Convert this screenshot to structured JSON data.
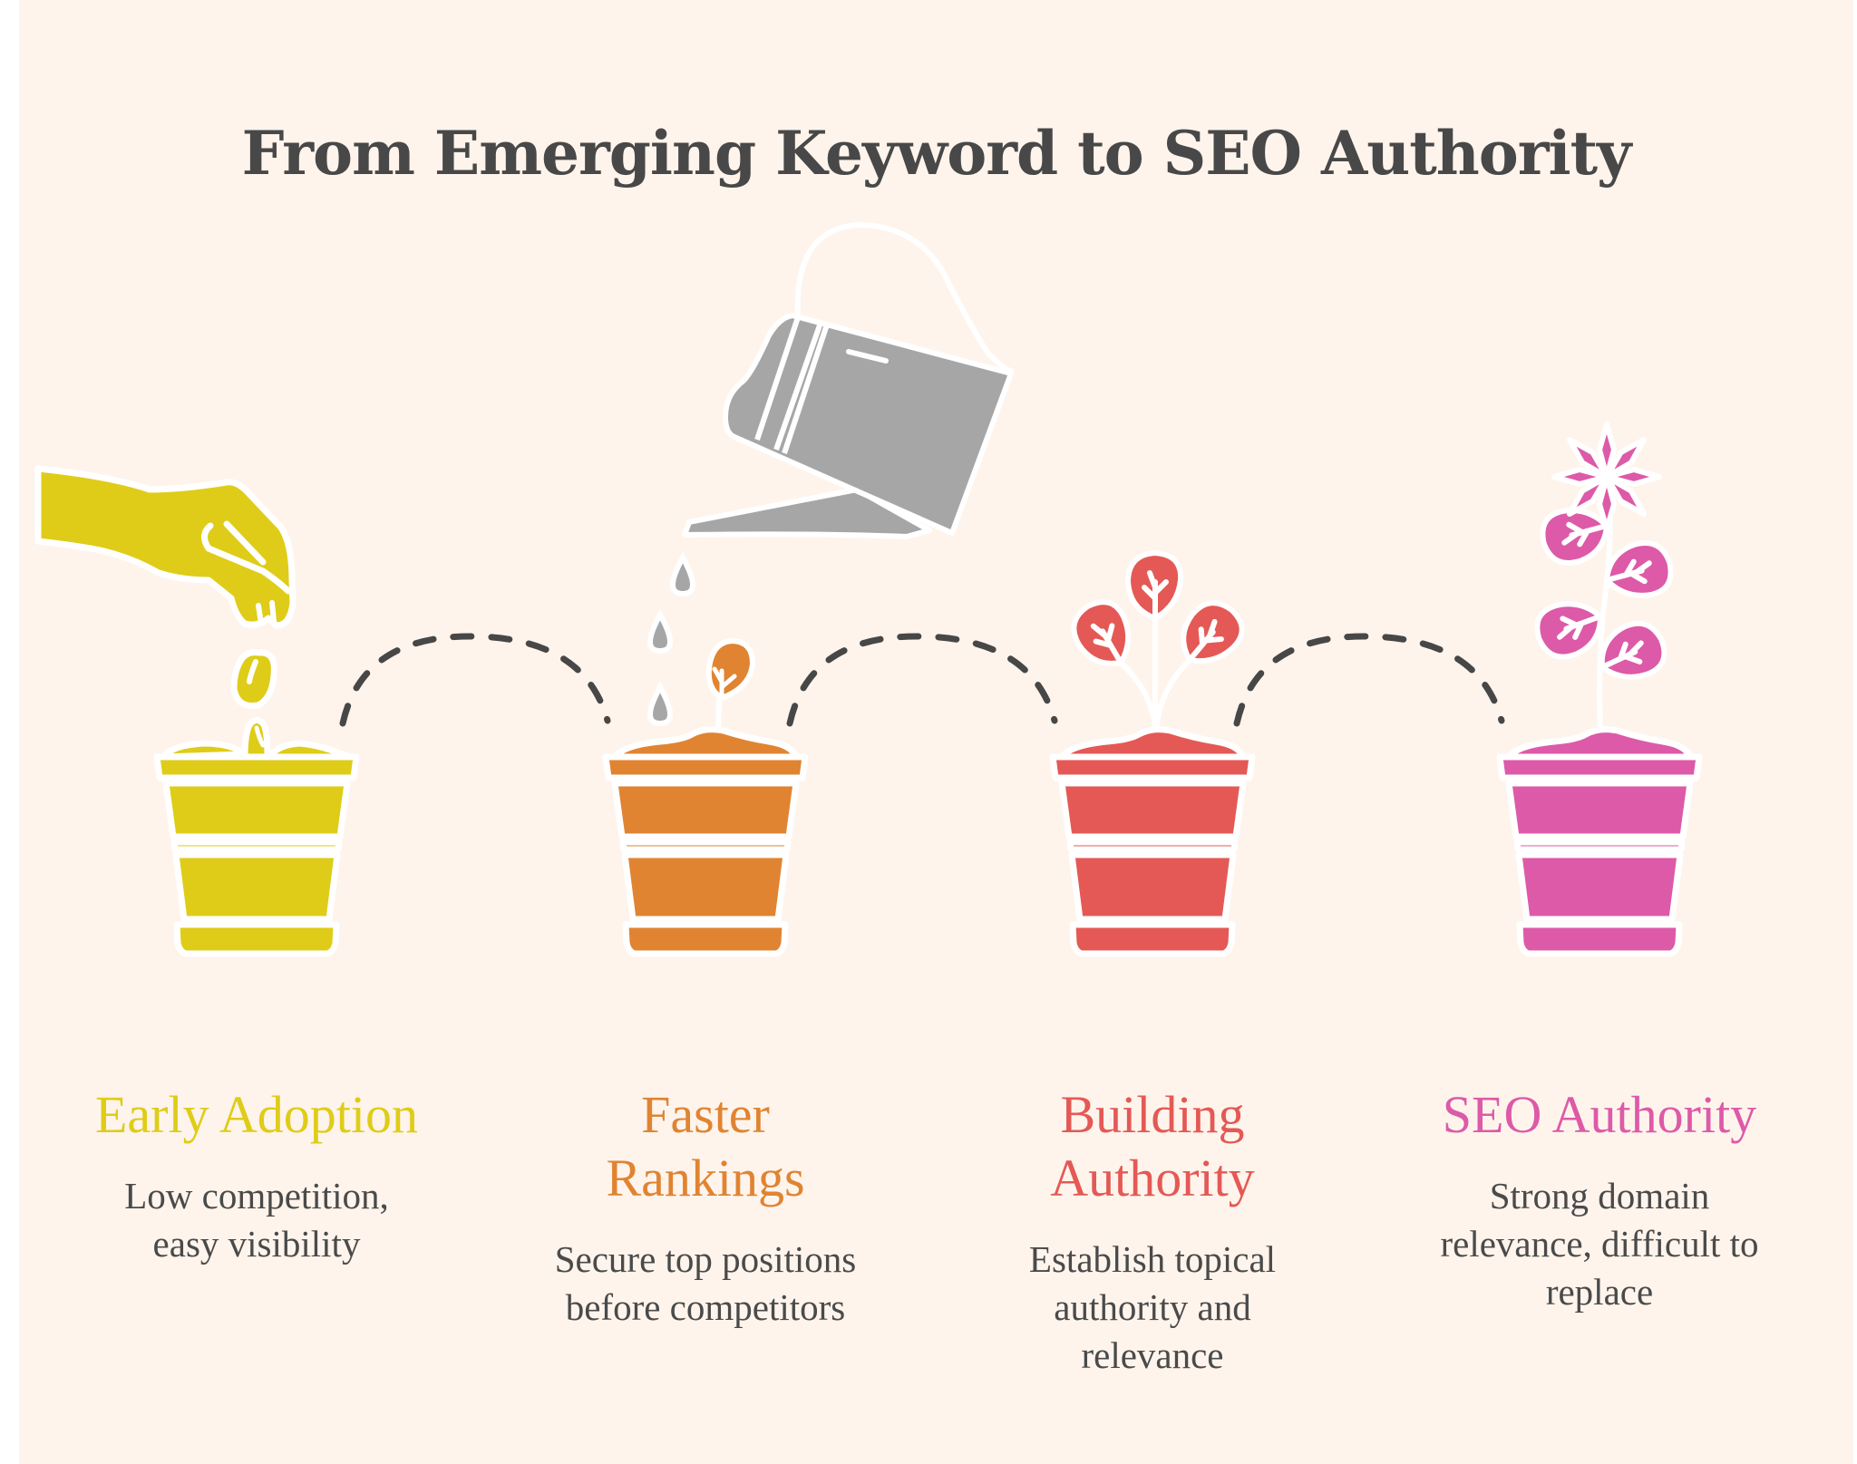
{
  "title": "From Emerging Keyword to SEO Authority",
  "colors": {
    "background": "#fef4ec",
    "title": "#484848",
    "text": "#4a4a4a",
    "connector": "#474747",
    "watering_can": "#a6a6a6"
  },
  "stages": [
    {
      "title_lines": [
        "Early Adoption"
      ],
      "description_lines": [
        "Low competition,",
        "easy visibility"
      ],
      "color": "#dfcc18",
      "icon": "hand-dropping-seeds"
    },
    {
      "title_lines": [
        "Faster",
        "Rankings"
      ],
      "description_lines": [
        "Secure top positions",
        "before competitors"
      ],
      "color": "#e08432",
      "icon": "sprout"
    },
    {
      "title_lines": [
        "Building",
        "Authority"
      ],
      "description_lines": [
        "Establish topical",
        "authority and",
        "relevance"
      ],
      "color": "#e45955",
      "icon": "young-plant"
    },
    {
      "title_lines": [
        "SEO Authority"
      ],
      "description_lines": [
        "Strong domain",
        "relevance, difficult to",
        "replace"
      ],
      "color": "#dd5aa8",
      "icon": "flowering-plant"
    }
  ],
  "decorations": {
    "watering_can": "watering-can",
    "water_drops": 3,
    "connectors": 3
  }
}
